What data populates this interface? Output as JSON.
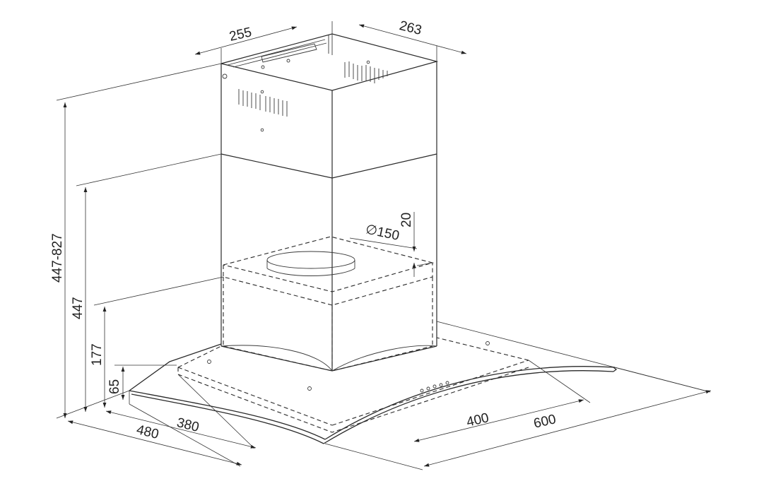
{
  "diagram": {
    "line_color": "#2a2a2a",
    "background": "#ffffff",
    "dimensions": {
      "chimney_width": "255",
      "chimney_depth": "263",
      "duct_diameter": "∅150",
      "collar_height": "20",
      "total_height_range": "447-827",
      "hood_height": "447",
      "canopy_height": "177",
      "glass_height": "65",
      "depth_inner": "380",
      "depth_outer": "480",
      "width_inner": "400",
      "width_outer": "600"
    }
  }
}
